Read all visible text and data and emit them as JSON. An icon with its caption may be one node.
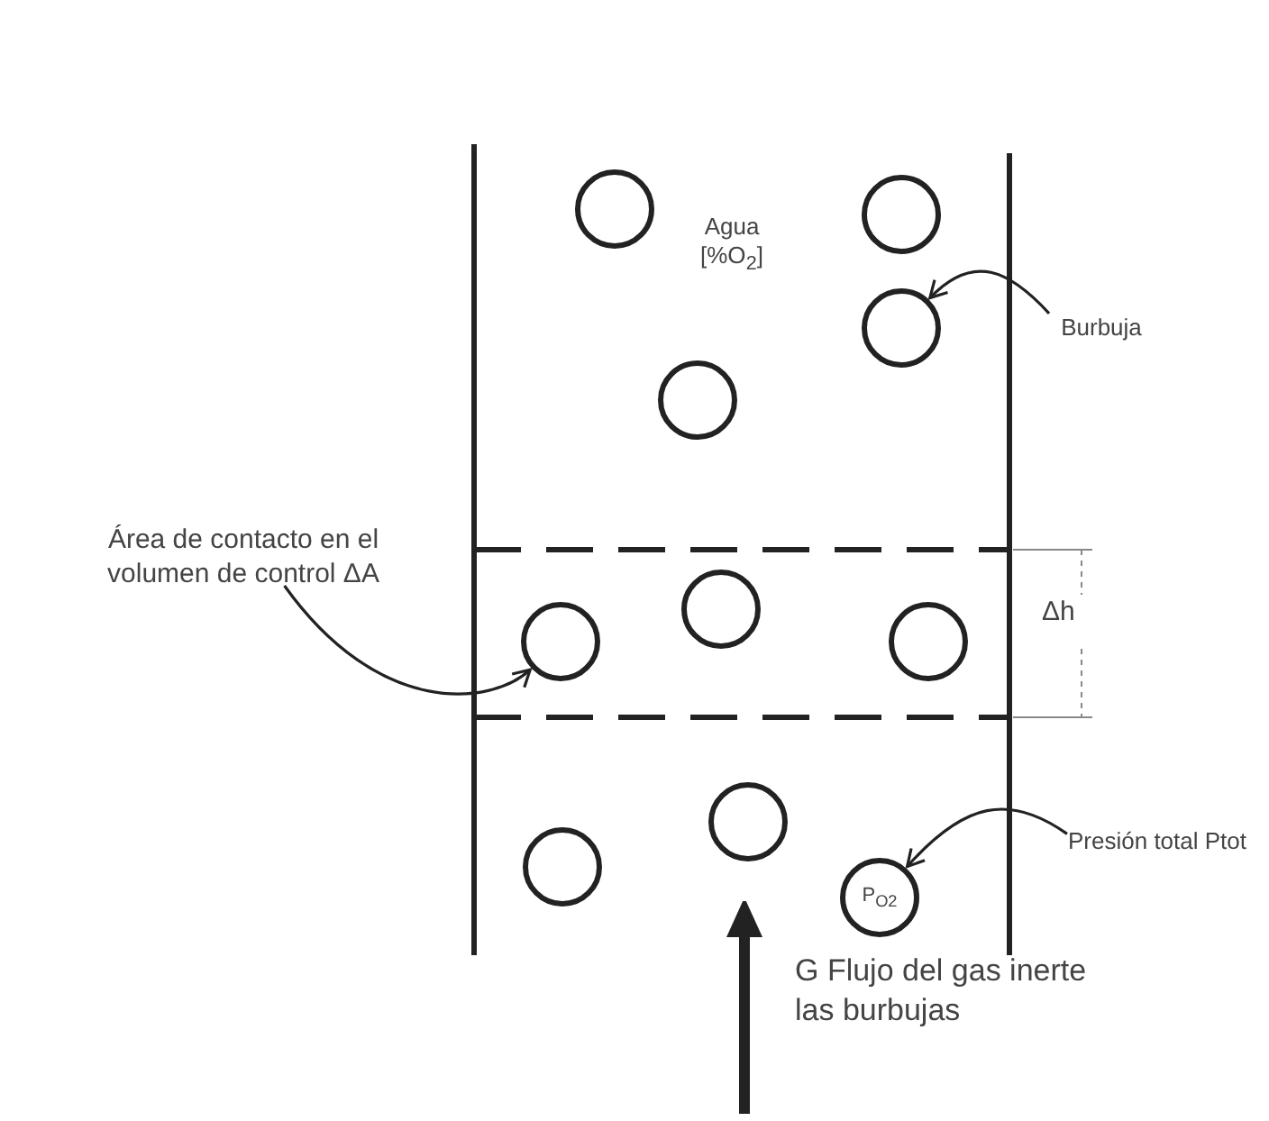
{
  "diagram": {
    "nodes": [
      {
        "text": [],
        "shape": "circle"
      },
      {
        "text": [],
        "shape": "circle"
      },
      {
        "text": [],
        "shape": "circle"
      },
      {
        "text": [
          "Burbuja"
        ]
      },
      {
        "text": [],
        "shape": "circle"
      },
      {
        "text": [
          "Área de contacto en el volumen de control ΔA"
        ]
      },
      {
        "text": [],
        "shape": "circle"
      },
      {
        "text": [],
        "shape": "circle"
      },
      {
        "text": [],
        "shape": "circle"
      },
      {
        "text": [],
        "shape": "circle"
      },
      {
        "text": [],
        "shape": "circle"
      },
      {
        "text": [
          "P$_{O2}$"
        ]
      },
      {
        "text": [
          "Presión total Ptot"
        ]
      }
    ],
    "edges": [
      {
        "from": 3,
        "to": 2,
        "arrow": "to"
      },
      {
        "from": 5,
        "to": 7,
        "arrow": "to"
      },
      {
        "from": 12,
        "to": 11,
        "arrow": "to"
      }
    ],
    "labels": [
      "Agua [%O$_{2}$]",
      "Δh",
      "G Flujo del gas inerte las burbujas"
    ]
  }
}
